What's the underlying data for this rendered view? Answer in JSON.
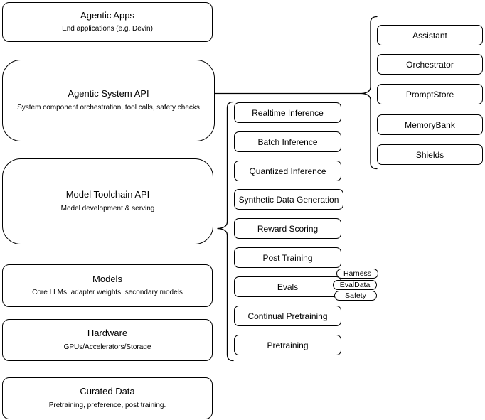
{
  "diagram": {
    "layers": [
      {
        "title": "Agentic Apps",
        "subtitle": "End applications (e.g. Devin)"
      },
      {
        "title": "Agentic System API",
        "subtitle": "System component orchestration, tool calls, safety checks"
      },
      {
        "title": "Model Toolchain API",
        "subtitle": "Model development & serving"
      },
      {
        "title": "Models",
        "subtitle": "Core LLMs, adapter weights, secondary models"
      },
      {
        "title": "Hardware",
        "subtitle": "GPUs/Accelerators/Storage"
      },
      {
        "title": "Curated Data",
        "subtitle": "Pretraining, preference, post training."
      }
    ],
    "toolchain_services": [
      "Realtime Inference",
      "Batch Inference",
      "Quantized Inference",
      "Synthetic Data Generation",
      "Reward Scoring",
      "Post Training",
      "Evals",
      "Continual Pretraining",
      "Pretraining"
    ],
    "eval_components": [
      "Harness",
      "EvalData",
      "Safety"
    ],
    "system_components": [
      "Assistant",
      "Orchestrator",
      "PromptStore",
      "MemoryBank",
      "Shields"
    ],
    "colors": {
      "stroke": "#000000",
      "fill": "#ffffff",
      "text": "#000000"
    }
  }
}
